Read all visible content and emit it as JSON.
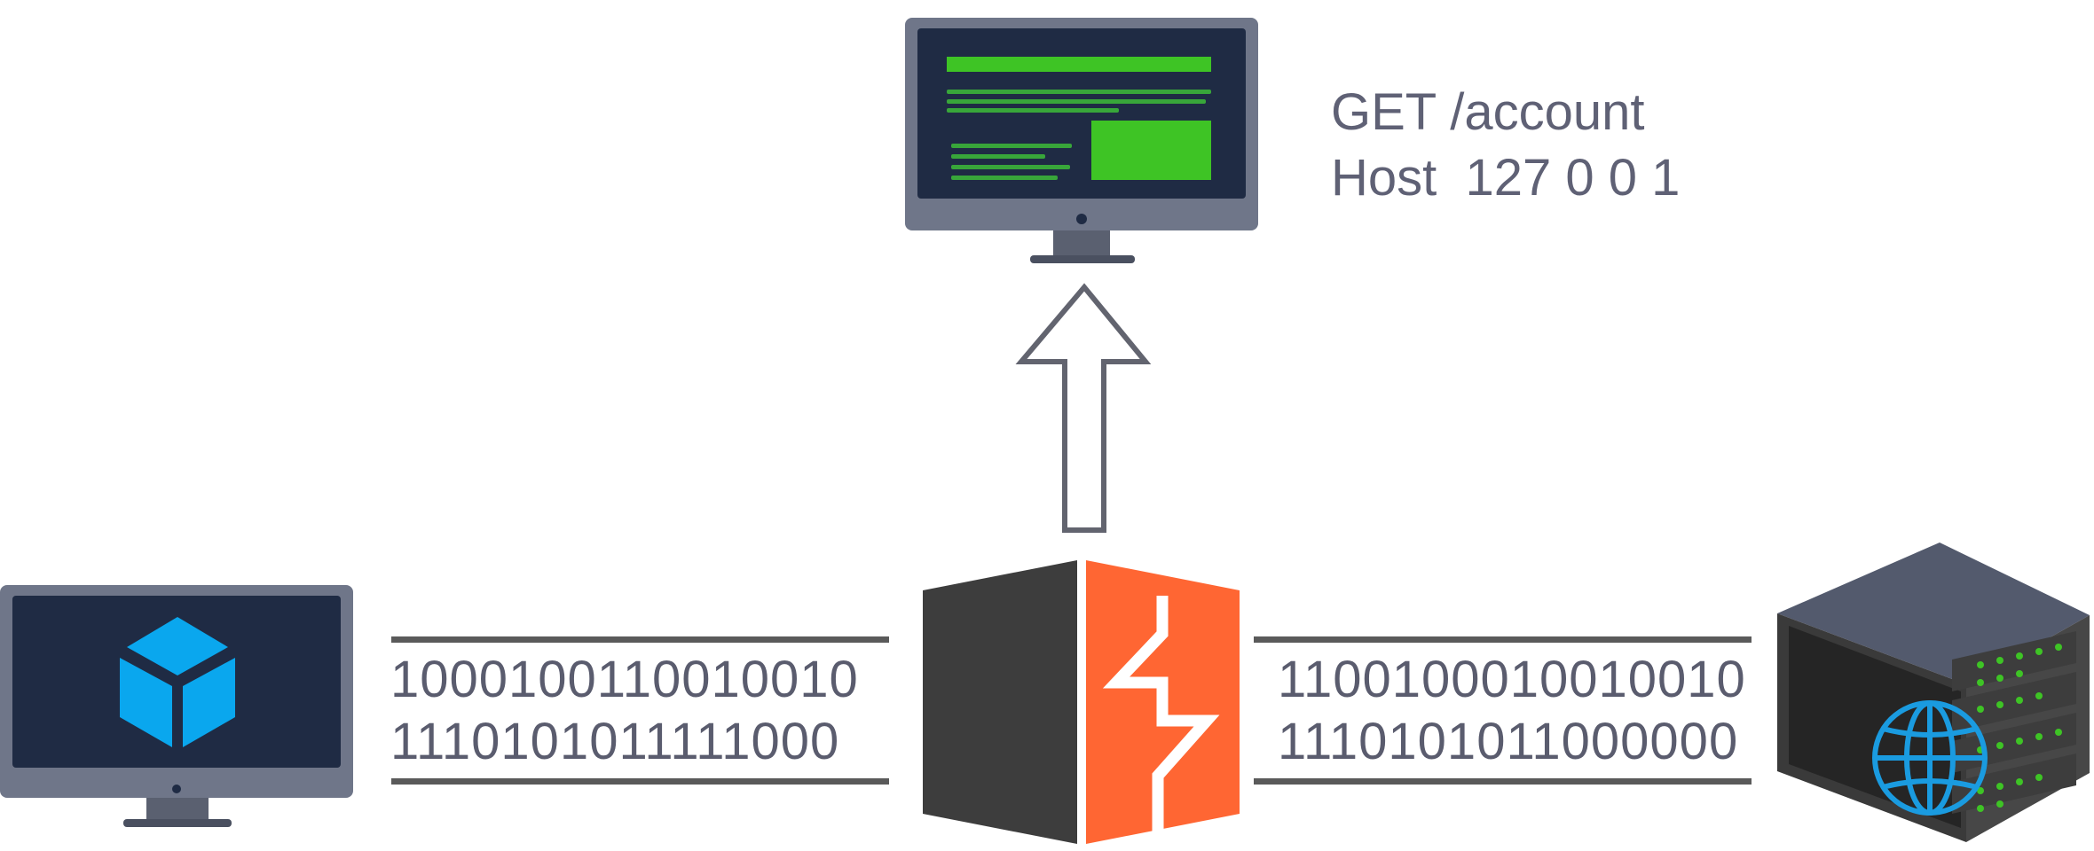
{
  "request": {
    "line1": "GET /account",
    "line2": "Host  127 0 0 1"
  },
  "left_stream": {
    "bits1": "1000100110010010",
    "bits2": "1110101011111000"
  },
  "right_stream": {
    "bits1": "1100100010010010",
    "bits2": "1110101011000000"
  },
  "colors": {
    "screen_bg": "#1f2b44",
    "monitor_frame": "#6f7689",
    "accent_green": "#3ec425",
    "proxy_orange": "#ff6633",
    "proxy_dark": "#3d3d3d",
    "client_cube": "#0aa7ee",
    "server_top": "#535a6d",
    "globe_blue": "#1a9be0",
    "line_gray": "#5a5a5a"
  },
  "icons": {
    "client": "cube-icon",
    "viewer": "web-page-icon",
    "proxy": "lightning-bolt-icon",
    "server": "globe-icon"
  }
}
